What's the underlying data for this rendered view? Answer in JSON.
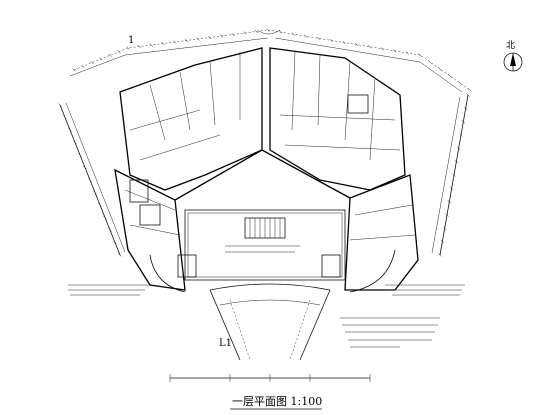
{
  "drawing": {
    "title": "一层平面图 1:100",
    "north_label": "北",
    "axis_label_left": "L1",
    "axis_label_top": "1"
  },
  "icons": {
    "north_arrow": "north-arrow-icon"
  }
}
